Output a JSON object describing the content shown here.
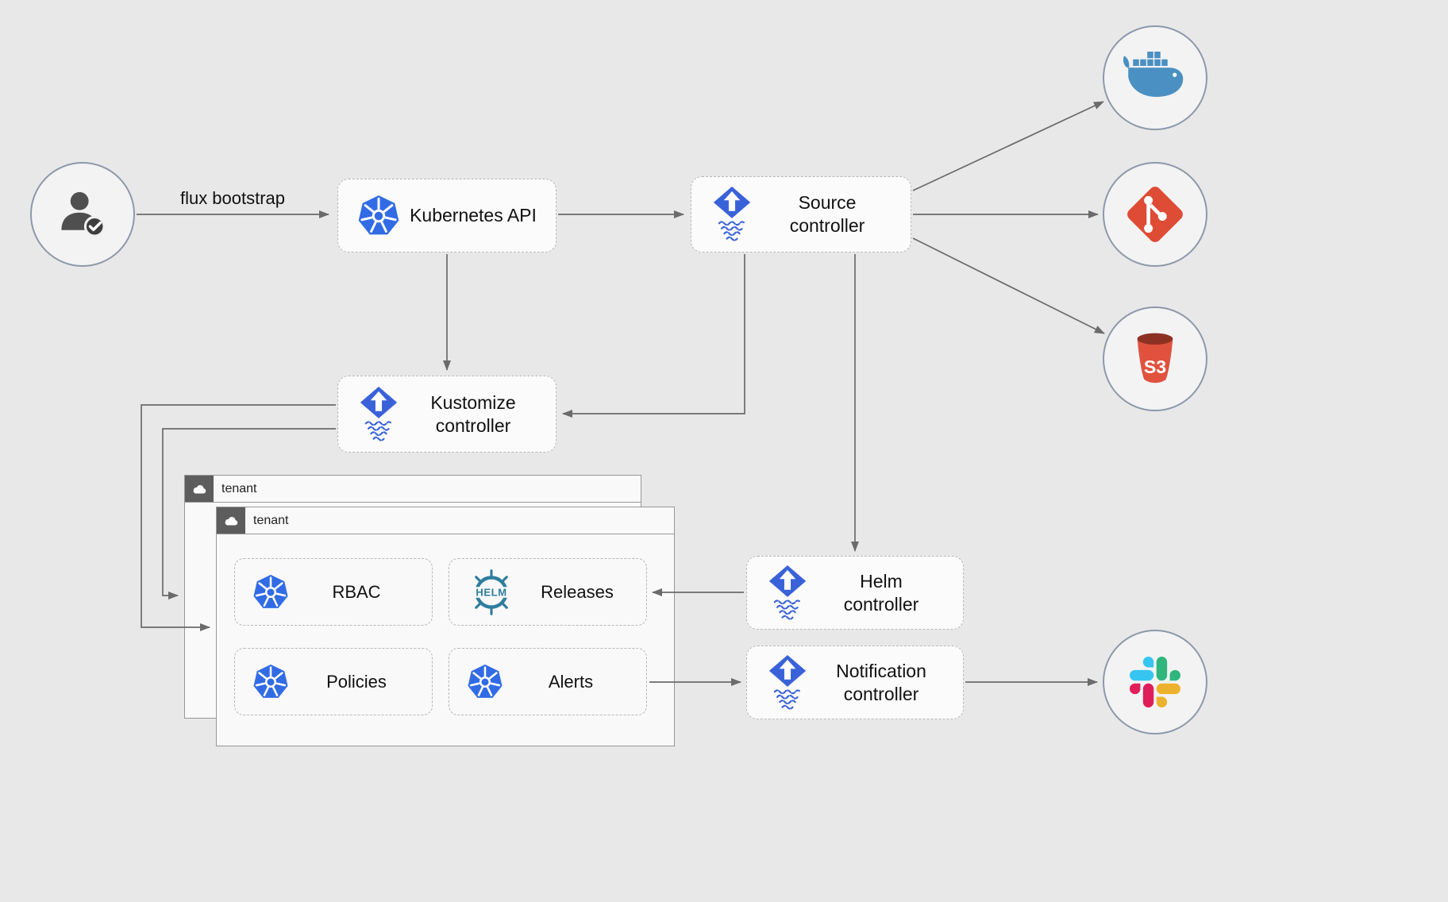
{
  "edge_label": "flux bootstrap",
  "nodes": {
    "kubernetes_api": "Kubernetes API",
    "source_controller": "Source\ncontroller",
    "kustomize_controller": "Kustomize\ncontroller",
    "helm_controller": "Helm\ncontroller",
    "notification_controller": "Notification\ncontroller"
  },
  "tenants": {
    "outer": "tenant",
    "inner": "tenant"
  },
  "items": {
    "rbac": "RBAC",
    "releases": "Releases",
    "policies": "Policies",
    "alerts": "Alerts"
  },
  "icon_text": {
    "s3": "S3",
    "helm": "HELM"
  },
  "icons": {
    "person-check-icon": "user with verification check badge",
    "kubernetes-icon": "kubernetes seven-spoke helm wheel",
    "flux-icon": "flux blue diamond with up arrow and waves",
    "docker-icon": "docker whale with containers",
    "git-icon": "git commit graph diamond",
    "s3-icon": "amazon s3 bucket",
    "helm-icon": "helm ship wheel",
    "slack-icon": "slack hash mark",
    "cloud-icon": "tenant cloud"
  },
  "colors": {
    "background": "#e8e8e8",
    "edge": "#6b6b6b",
    "flux_blue": "#3a62d8",
    "kubernetes_blue": "#326ce5",
    "docker_blue": "#4a90c2",
    "git_orange": "#de4c35",
    "s3_red": "#e0523e",
    "s3_dark": "#8c3123",
    "helm_teal": "#2e7d9e",
    "slack_blue": "#36C5F0",
    "slack_green": "#2EB67D",
    "slack_yellow": "#ECB22E",
    "slack_red": "#E01E5A"
  }
}
